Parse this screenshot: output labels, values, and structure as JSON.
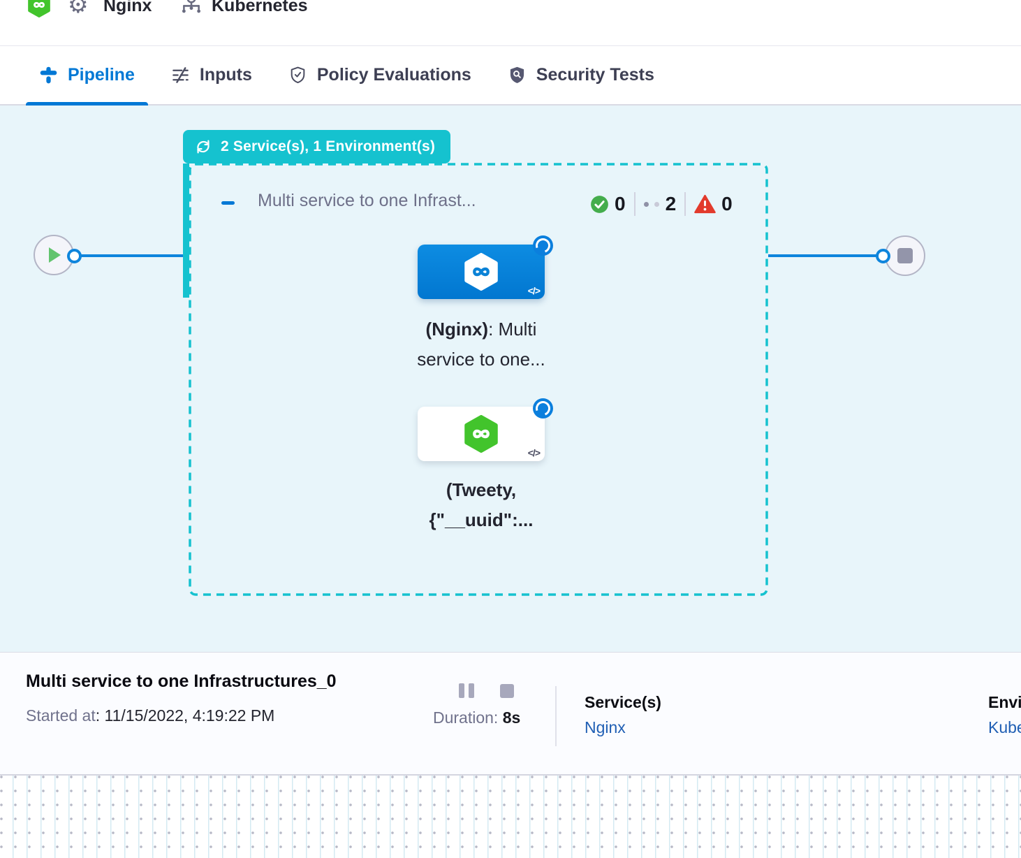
{
  "header": {
    "service": "Nginx",
    "environment": "Kubernetes"
  },
  "tabs": [
    {
      "label": "Pipeline"
    },
    {
      "label": "Inputs"
    },
    {
      "label": "Policy Evaluations"
    },
    {
      "label": "Security Tests"
    }
  ],
  "canvas": {
    "badge": "2 Service(s), 1 Environment(s)",
    "stage_title": "Multi service to one Infrast...",
    "counts": {
      "success": "0",
      "running": "2",
      "failed": "0"
    },
    "nodes": [
      {
        "line1_bold": "(Nginx)",
        "line1_rest": ": Multi",
        "line2": "service to one...",
        "code": "</>"
      },
      {
        "line1_bold": "(Tweety,",
        "line1_rest": "",
        "line2": "{\"__uuid\":...",
        "code": "</>"
      }
    ]
  },
  "footer": {
    "title": "Multi service to one Infrastructures_0",
    "started_label": "Started at",
    "started_value": ": 11/15/2022, 4:19:22 PM",
    "duration_label": "Duration: ",
    "duration_value": "8s",
    "services_label": "Service(s)",
    "services_value": "Nginx",
    "environment_label": "Environment(s)",
    "environment_value": "Kubernetes"
  },
  "icons": {
    "gear": "⚙"
  },
  "colors": {
    "teal": "#15c2cf",
    "blue": "#0278d5",
    "canvas_bg": "#e8f5fa",
    "success_green": "#44ad4c",
    "error_red": "#e23a2c",
    "logo_green": "#42c42c",
    "link_blue": "#205fb4"
  }
}
